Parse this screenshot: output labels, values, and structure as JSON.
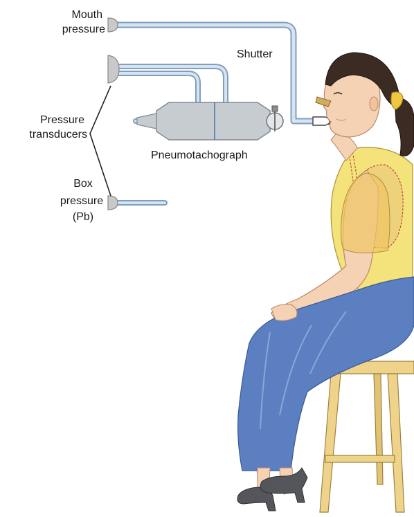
{
  "labels": {
    "mouth_pressure_line1": "Mouth",
    "mouth_pressure_line2": "pressure",
    "shutter": "Shutter",
    "pressure_transducers_line1": "Pressure",
    "pressure_transducers_line2": "transducers",
    "pneumotachograph": "Pneumotachograph",
    "box_pressure_line1": "Box",
    "box_pressure_line2": "pressure",
    "box_pressure_line3": "(Pb)"
  },
  "colors": {
    "tube": "#7f9fc0",
    "tube_fill": "#d7e3ef",
    "transducer": "#c9c9c9",
    "pneumotach": "#c7ccd1",
    "skin": "#f5d2b3",
    "shirt": "#f4e27a",
    "skirt": "#5c7fc2",
    "hair": "#3b2b22",
    "stool": "#efd38a",
    "shoes": "#55565c"
  }
}
